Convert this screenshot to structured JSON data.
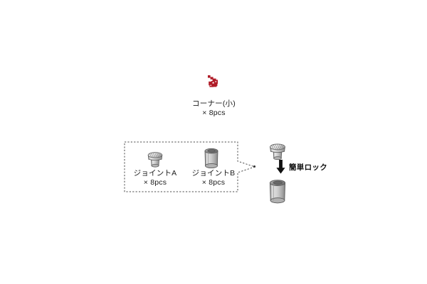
{
  "diagram": {
    "background_color": "#ffffff",
    "parts": [
      {
        "id": "corner-small",
        "name": "コーナー(小)",
        "quantity": "× 8pcs",
        "icon": "corner-bracket-icon",
        "color": "#b01c28"
      },
      {
        "id": "joint-a",
        "name": "ジョイントA",
        "quantity": "× 8pcs",
        "icon": "joint-a-cup-icon",
        "color": "#b9b9b9"
      },
      {
        "id": "joint-b",
        "name": "ジョイントB",
        "quantity": "× 8pcs",
        "icon": "joint-b-cylinder-icon",
        "color": "#b9b9b9"
      }
    ],
    "callout": {
      "label": "簡単ロック",
      "arrow_icon": "arrow-down-icon",
      "arrow_color": "#111111",
      "top_part_icon": "joint-a-cup-icon",
      "bottom_part_icon": "joint-b-cylinder-icon",
      "box_style": "dashed",
      "box_color": "#4d4d4d"
    }
  }
}
